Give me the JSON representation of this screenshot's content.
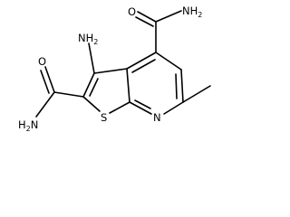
{
  "molecule": {
    "atom_labels": {
      "amino_top": "NH",
      "amino_top_sub": "2",
      "amide_top_o": "O",
      "amide_top_n": "NH",
      "amide_top_n_sub": "2",
      "amide_left_o": "O",
      "amide_left_n": "H",
      "amide_left_n_sub": "2",
      "amide_left_n_tail": "N",
      "sulfur": "S",
      "ring_n": "N"
    },
    "colors": {
      "bond": "#000000",
      "label": "#000000",
      "background": "#ffffff"
    }
  }
}
